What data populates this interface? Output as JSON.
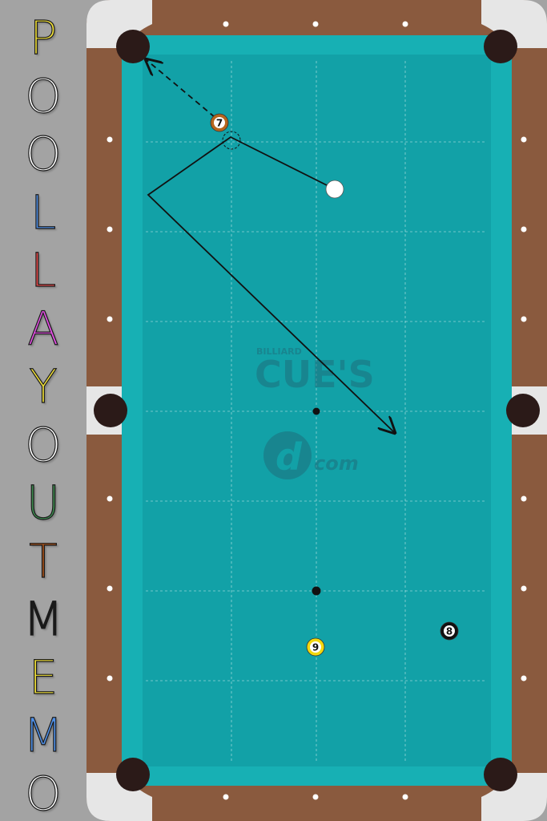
{
  "title": {
    "letters": [
      {
        "char": "P",
        "color": "#f2e23a"
      },
      {
        "char": "O",
        "color": "#ffffff"
      },
      {
        "char": "O",
        "color": "#ffffff"
      },
      {
        "char": "L",
        "color": "#4f8fe6"
      },
      {
        "char": "L",
        "color": "#ea4a4a"
      },
      {
        "char": "A",
        "color": "#e650e6"
      },
      {
        "char": "Y",
        "color": "#f2e23a"
      },
      {
        "char": "O",
        "color": "#ffffff"
      },
      {
        "char": "U",
        "color": "#3c8a4e"
      },
      {
        "char": "T",
        "color": "#a4521a"
      },
      {
        "char": "M",
        "color": "#1a1a1a"
      },
      {
        "char": "E",
        "color": "#f2e23a"
      },
      {
        "char": "M",
        "color": "#4f8fe6"
      },
      {
        "char": "O",
        "color": "#ffffff"
      }
    ]
  },
  "watermark": {
    "small": "BILLIARD",
    "main": "CUE'S",
    "logo_letter": "d",
    "logo_suffix": "com"
  },
  "balls": [
    {
      "label": "7",
      "kind": "object",
      "color": "#b5651d"
    },
    {
      "label": "9",
      "kind": "object",
      "color": "#f2d70f"
    },
    {
      "label": "8",
      "kind": "object",
      "color": "#111111"
    },
    {
      "label": "",
      "kind": "cue",
      "color": "#ffffff"
    }
  ],
  "colors": {
    "cloth": "#12a1a7",
    "cushion": "#17b0b4",
    "rail_wood": "#8a5a3e",
    "pocket_frame": "#e8e8e8",
    "pocket": "#2b1a18"
  }
}
